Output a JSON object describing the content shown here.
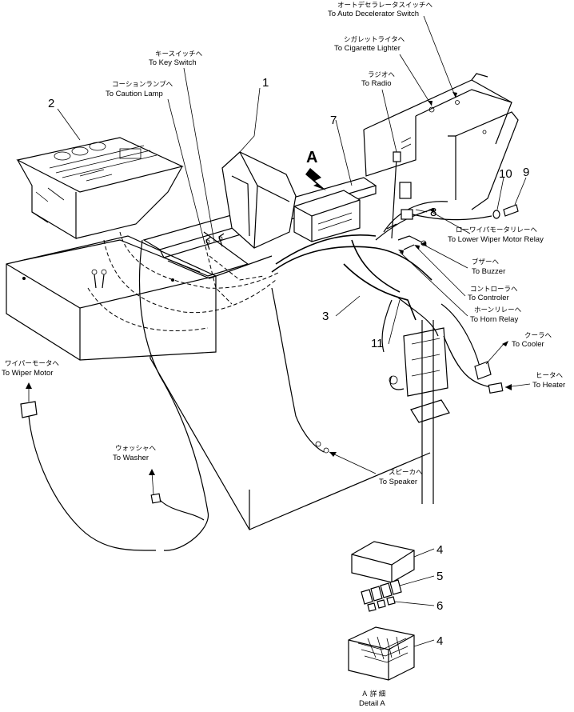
{
  "view_marker": "A",
  "detail": {
    "jp": "Ａ 詳 細",
    "en": "Detail A"
  },
  "part_numbers": {
    "p1": "1",
    "p2": "2",
    "p3": "3",
    "p4a": "4",
    "p4b": "4",
    "p5": "5",
    "p6": "6",
    "p7": "7",
    "p8": "8",
    "p9": "9",
    "p10": "10",
    "p11": "11"
  },
  "callouts": {
    "auto_decel": {
      "jp": "オートデセラレータスイッチへ",
      "en": "To Auto Decelerator Switch"
    },
    "cigarette": {
      "jp": "シガレットライタへ",
      "en": "To Cigarette Lighter"
    },
    "key_switch": {
      "jp": "キースイッチへ",
      "en": "To Key Switch"
    },
    "radio": {
      "jp": "ラジオへ",
      "en": "To Radio"
    },
    "caution_lamp": {
      "jp": "コーションランプへ",
      "en": "To Caution Lamp"
    },
    "lower_wiper": {
      "jp": "ローワイパモータリレーへ",
      "en": "To Lower Wiper Motor Relay"
    },
    "buzzer": {
      "jp": "ブザーへ",
      "en": "To Buzzer"
    },
    "controller": {
      "jp": "コントローラへ",
      "en": "To Controler"
    },
    "horn_relay": {
      "jp": "ホーンリレーへ",
      "en": "To Horn Relay"
    },
    "cooler": {
      "jp": "クーラへ",
      "en": "To Cooler"
    },
    "heater": {
      "jp": "ヒータへ",
      "en": "To Heater"
    },
    "wiper_motor": {
      "jp": "ワイパーモータへ",
      "en": "To Wiper Motor"
    },
    "washer": {
      "jp": "ウォッシャへ",
      "en": "To Washer"
    },
    "speaker": {
      "jp": "スピーカへ",
      "en": "To Speaker"
    }
  }
}
